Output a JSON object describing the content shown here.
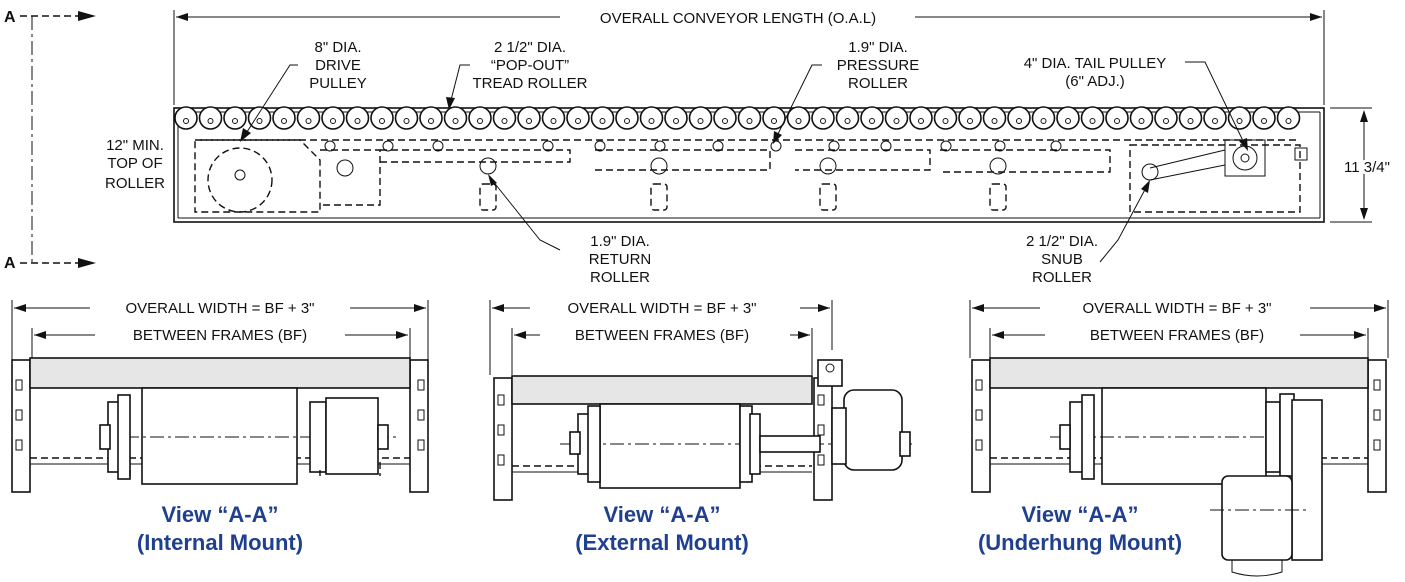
{
  "section_marker": "A",
  "side_view": {
    "overall_length": "OVERALL CONVEYOR LENGTH (O.A.L)",
    "drive_pulley": [
      "8\" DIA.",
      "DRIVE",
      "PULLEY"
    ],
    "tread_roller": [
      "2 1/2\" DIA.",
      "“POP-OUT”",
      "TREAD ROLLER"
    ],
    "pressure_roller": [
      "1.9\" DIA.",
      "PRESSURE",
      "ROLLER"
    ],
    "tail_pulley": [
      "4\" DIA. TAIL PULLEY",
      "(6\" ADJ.)"
    ],
    "min_height": [
      "12\" MIN.",
      "TOP OF",
      "ROLLER"
    ],
    "frame_height": "11 3/4\"",
    "return_roller": [
      "1.9\" DIA.",
      "RETURN",
      "ROLLER"
    ],
    "snub_roller": [
      "2 1/2\" DIA.",
      "SNUB",
      "ROLLER"
    ]
  },
  "section_views": [
    {
      "overall_width": "OVERALL WIDTH = BF + 3\"",
      "between_frames": "BETWEEN FRAMES (BF)",
      "caption": [
        "View “A-A”",
        "(Internal Mount)"
      ]
    },
    {
      "overall_width": "OVERALL WIDTH = BF + 3\"",
      "between_frames": "BETWEEN FRAMES (BF)",
      "caption": [
        "View “A-A”",
        "(External Mount)"
      ]
    },
    {
      "overall_width": "OVERALL WIDTH = BF + 3\"",
      "between_frames": "BETWEEN FRAMES (BF)",
      "caption": [
        "View “A-A”",
        "(Underhung Mount)"
      ]
    }
  ],
  "colors": {
    "caption": "#1f3f8f",
    "line": "#111111"
  }
}
